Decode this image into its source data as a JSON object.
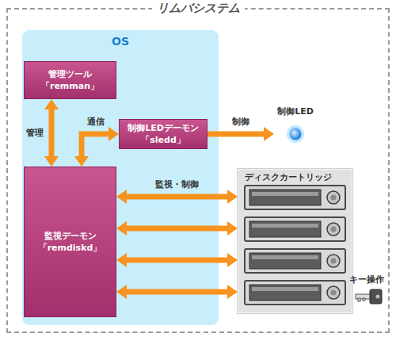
{
  "diagram": {
    "nodes": [
      {
        "text": [
          "リムバシステム"
        ]
      },
      {
        "text": [
          "OS"
        ],
        "in": 0
      },
      {
        "text": [
          "管理ツール 「remman」"
        ],
        "in": 1
      },
      {
        "text": [
          "制御LEDデーモン 「sledd」"
        ],
        "in": 1
      },
      {
        "text": [
          "監視デーモン 「remdiskd」"
        ],
        "in": 1
      },
      {
        "text": [
          "制御LED"
        ],
        "in": 0
      },
      {
        "text": [
          "ディスクカートリッジ"
        ],
        "in": 0
      }
    ],
    "edges": [
      {
        "from": 2,
        "to": 4,
        "label": "管理",
        "arrow": "both"
      },
      {
        "from": 4,
        "to": 3,
        "label": "通信",
        "arrow": "both"
      },
      {
        "from": 3,
        "to": 5,
        "label": "制御",
        "arrow": "to"
      },
      {
        "from": 4,
        "to": 6,
        "label": "監視・制御",
        "arrow": "both"
      },
      {
        "from": 4,
        "to": 6,
        "arrow": "both"
      },
      {
        "from": 4,
        "to": 6,
        "arrow": "both"
      },
      {
        "from": 4,
        "to": 6,
        "arrow": "both"
      }
    ],
    "labels": [
      "キー操作"
    ]
  }
}
